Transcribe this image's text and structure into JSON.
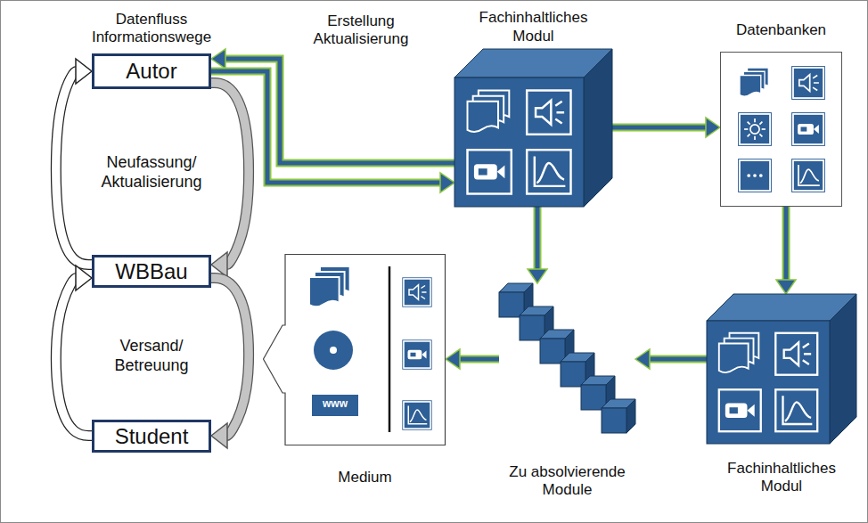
{
  "diagram": {
    "nodes": [
      {
        "text": [
          "Autor"
        ]
      },
      {
        "text": [
          "Fachinhaltliches Modul"
        ]
      },
      {
        "text": [
          "Datenbanken"
        ]
      },
      {
        "text": [
          "WBBau"
        ]
      },
      {
        "text": [
          "Medium"
        ]
      },
      {
        "text": [
          "Zu absolvierende Module"
        ]
      },
      {
        "text": [
          "Fachinhaltliches Modul"
        ]
      },
      {
        "text": [
          "Student"
        ]
      }
    ],
    "edges": [
      {
        "from": 1,
        "to": 0,
        "arrow": "to"
      },
      {
        "from": 0,
        "to": 1,
        "arrow": "to"
      },
      {
        "from": 1,
        "to": 2,
        "arrow": "to"
      },
      {
        "from": 2,
        "to": 6,
        "arrow": "to"
      },
      {
        "from": 6,
        "to": 5,
        "arrow": "to"
      },
      {
        "from": 1,
        "to": 5,
        "arrow": "to"
      },
      {
        "from": 5,
        "to": 4,
        "arrow": "to"
      },
      {
        "from": 3,
        "to": 0,
        "arrow": "to"
      },
      {
        "from": 0,
        "to": 3,
        "arrow": "to"
      },
      {
        "from": 7,
        "to": 3,
        "arrow": "to"
      },
      {
        "from": 3,
        "to": 7,
        "arrow": "to"
      }
    ],
    "labels": [
      "Datenfluss Informationswege",
      "Erstellung Aktualisierung",
      "Neufassung/ Aktualisierung",
      "Versand/ Betreuung",
      "www"
    ]
  }
}
